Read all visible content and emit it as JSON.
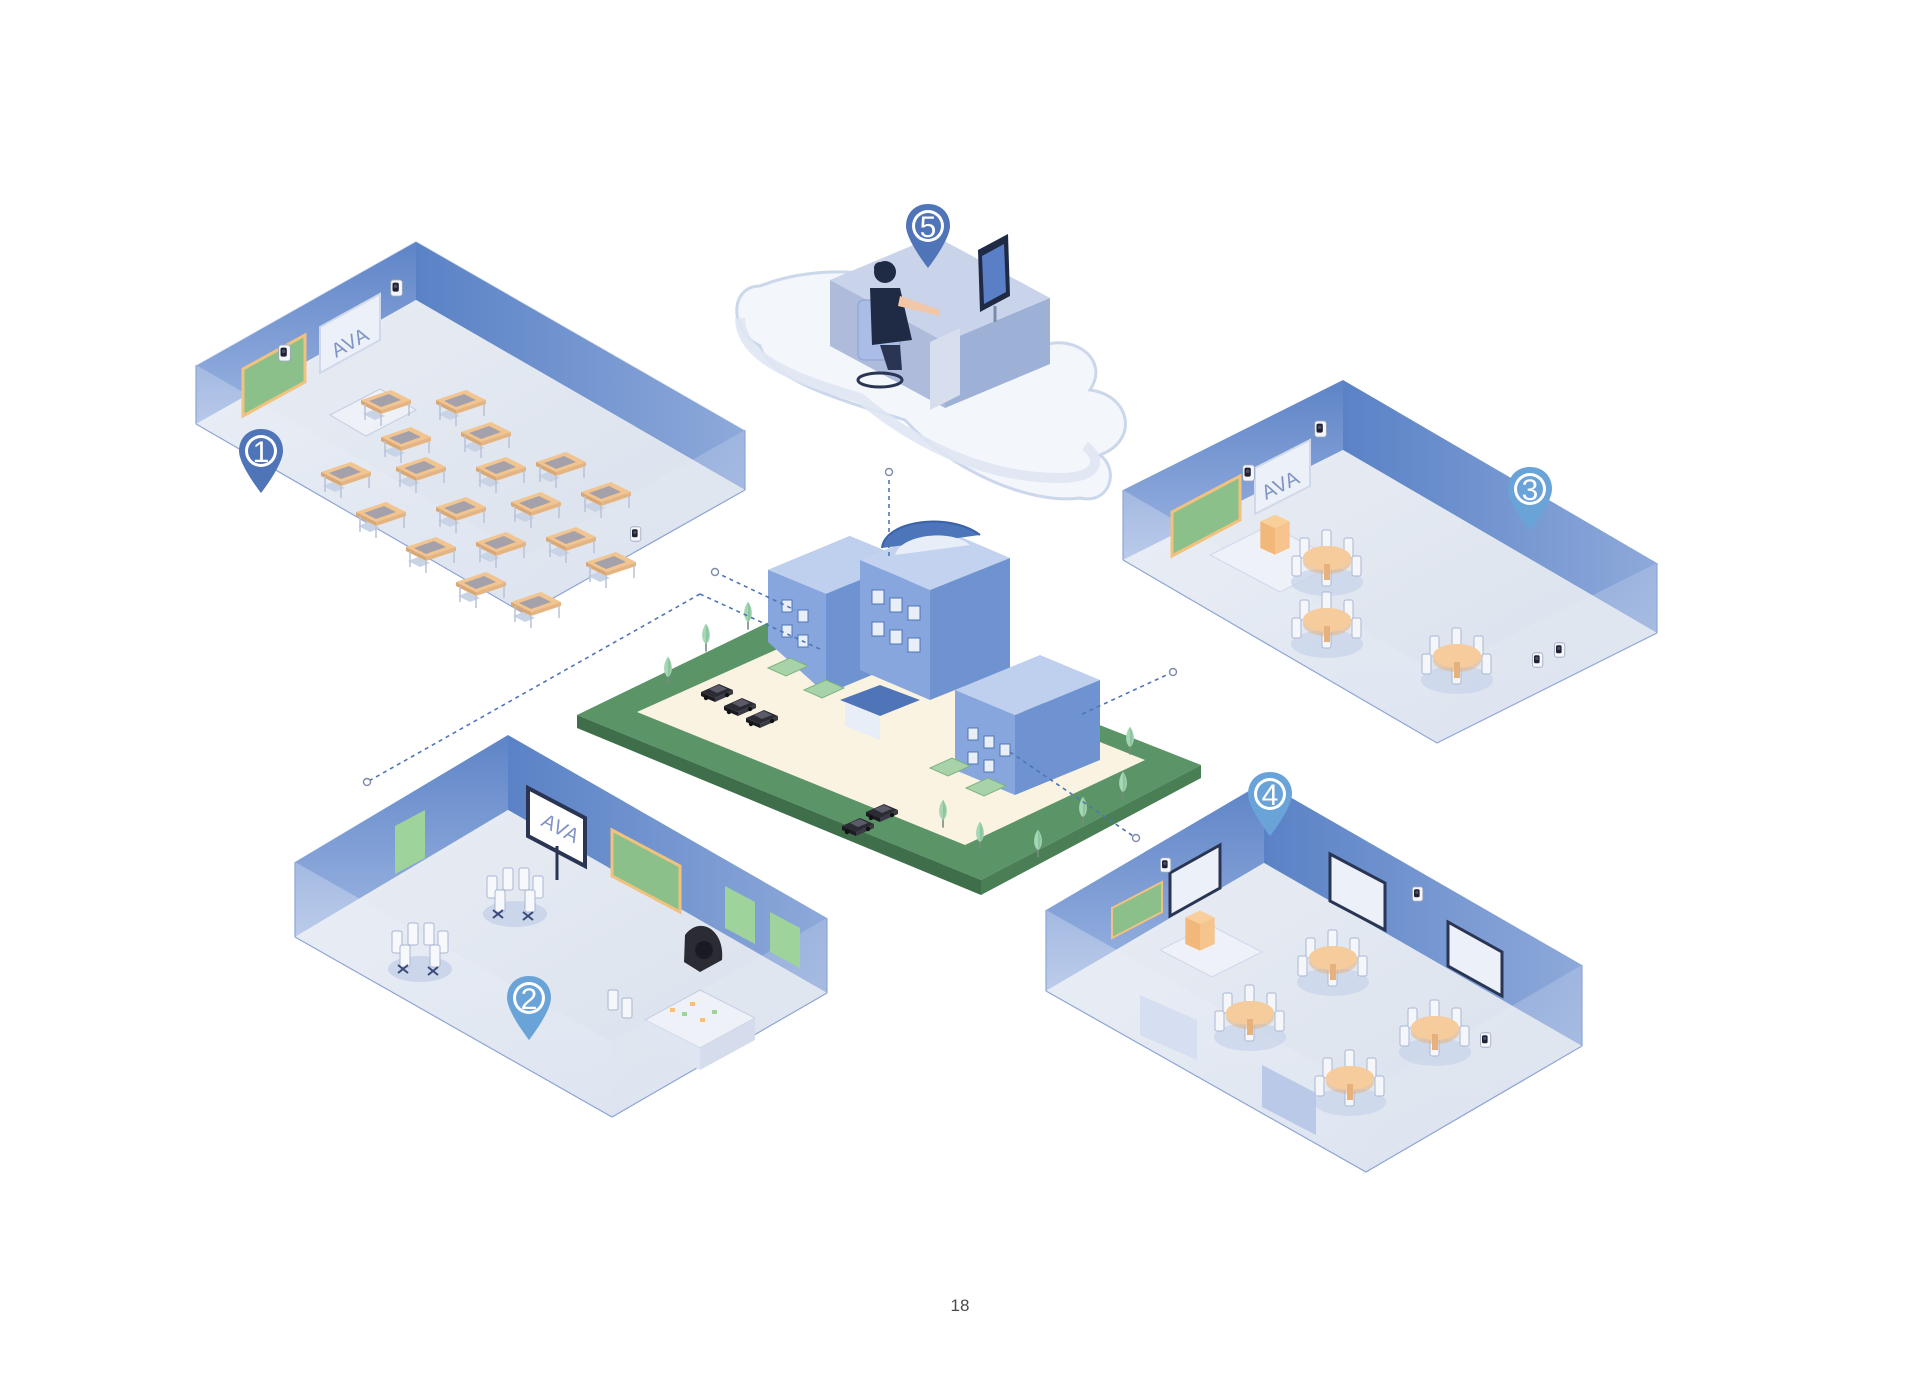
{
  "page": {
    "number": "18"
  },
  "room_labels": {
    "brand": "AVA"
  },
  "pins": [
    {
      "id": "1",
      "label": "1"
    },
    {
      "id": "2",
      "label": "2"
    },
    {
      "id": "3",
      "label": "3"
    },
    {
      "id": "4",
      "label": "4"
    },
    {
      "id": "5",
      "label": "5"
    }
  ],
  "icons": [
    "map-pin-icon",
    "camera-icon",
    "car-icon",
    "tree-icon",
    "cloud-icon",
    "monitor-icon",
    "person-icon"
  ],
  "colors": {
    "wall_blue": "#5f86c9",
    "wall_light": "#9ab3e0",
    "floor": "#e6ebf3",
    "pin_blue": "#4f75b8",
    "pin_light": "#6aa3d8",
    "grass": "#5a9467",
    "lot": "#fbf3e2",
    "building": "#6b90cf",
    "chalkboard": "#8cc08a",
    "table_wood": "#f2c48f"
  }
}
